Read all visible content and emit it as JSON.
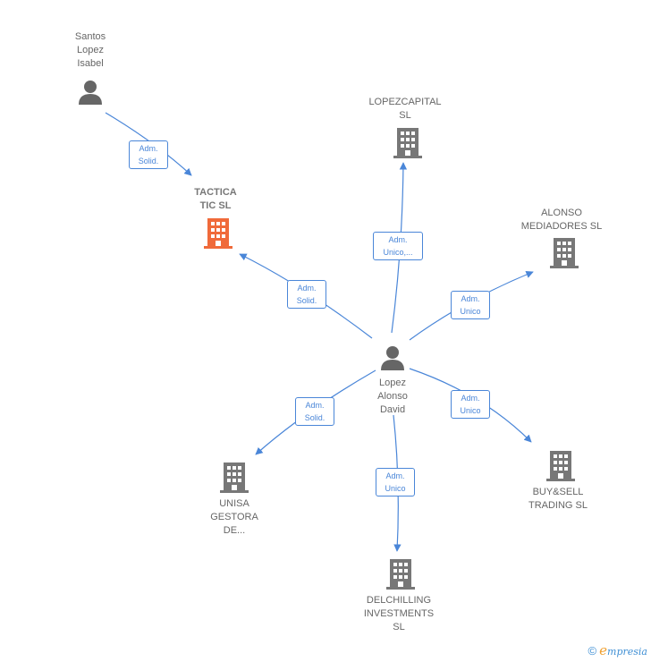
{
  "colors": {
    "edge": "#4a86d8",
    "company_icon": "#777777",
    "highlight_icon": "#f06a3a",
    "person_icon": "#666666",
    "label_text": "#666666"
  },
  "nodes": {
    "santos": {
      "label": "Santos\nLopez\nIsabel",
      "type": "person"
    },
    "tactica": {
      "label": "TACTICA\nTIC  SL",
      "type": "company-highlight"
    },
    "lopezcapital": {
      "label": "LOPEZCAPITAL\nSL",
      "type": "company"
    },
    "alonso": {
      "label": "ALONSO\nMEDIADORES SL",
      "type": "company"
    },
    "david": {
      "label": "Lopez\nAlonso\nDavid",
      "type": "person"
    },
    "unisa": {
      "label": "UNISA\nGESTORA\nDE...",
      "type": "company"
    },
    "delchilling": {
      "label": "DELCHILLING\nINVESTMENTS\nSL",
      "type": "company"
    },
    "buysell": {
      "label": "BUY&SELL\nTRADING  SL",
      "type": "company"
    }
  },
  "edges": {
    "santos_tactica": "Adm.\nSolid.",
    "david_tactica": "Adm.\nSolid.",
    "david_lopezcapital": "Adm.\nUnico,...",
    "david_alonso": "Adm.\nUnico",
    "david_unisa": "Adm.\nSolid.",
    "david_delchilling": "Adm.\nUnico",
    "david_buysell": "Adm.\nUnico"
  },
  "footer": {
    "copyright": "©",
    "brand_initial": "e",
    "brand_rest": "mpresia"
  }
}
